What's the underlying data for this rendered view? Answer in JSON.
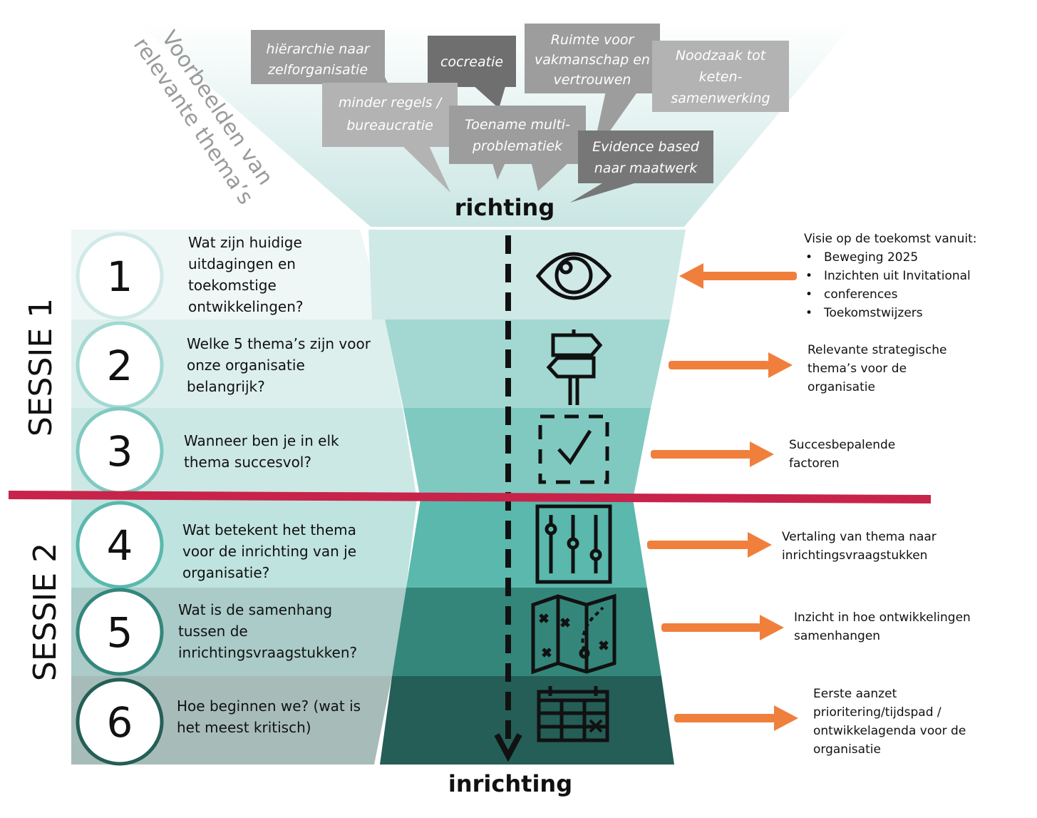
{
  "title_top": "richting",
  "title_bottom": "inrichting",
  "side_label": [
    "Voorbeelden van",
    "relevante thema’s"
  ],
  "sessions": [
    "SESSIE 1",
    "SESSIE 2"
  ],
  "themes": [
    {
      "text": [
        "hiërarchie naar",
        "zelforganisatie"
      ]
    },
    {
      "text": [
        "cocreatie"
      ]
    },
    {
      "text": [
        "Ruimte voor",
        "vakmanschap en",
        "vertrouwen"
      ]
    },
    {
      "text": [
        "Noodzaak tot",
        "keten-",
        "samenwerking"
      ]
    },
    {
      "text": [
        "minder regels /",
        "bureaucratie"
      ]
    },
    {
      "text": [
        "Toename multi-",
        "problematiek"
      ]
    },
    {
      "text": [
        "Evidence based",
        "naar maatwerk"
      ]
    }
  ],
  "steps": [
    {
      "number": "1",
      "question": [
        "Wat zijn huidige",
        "uitdagingen en",
        "toekomstige",
        "ontwikkelingen?"
      ],
      "icon": "eye-icon"
    },
    {
      "number": "2",
      "question": [
        "Welke 5 thema’s zijn voor",
        "onze organisatie",
        "belangrijk?"
      ],
      "icon": "signpost-icon"
    },
    {
      "number": "3",
      "question": [
        "Wanneer ben je in elk",
        "thema succesvol?"
      ],
      "icon": "checkbox-icon"
    },
    {
      "number": "4",
      "question": [
        "Wat betekent het thema",
        "voor de inrichting van je",
        "organisatie?"
      ],
      "icon": "sliders-icon"
    },
    {
      "number": "5",
      "question": [
        "Wat is de samenhang",
        "tussen de",
        "inrichtingsvraagstukken?"
      ],
      "icon": "map-icon"
    },
    {
      "number": "6",
      "question": [
        "Hoe beginnen we? (wat is",
        "het meest kritisch)"
      ],
      "icon": "calendar-icon"
    }
  ],
  "outputs": {
    "input_title": "Visie op de toekomst vanuit:",
    "input_items": [
      "Beweging 2025",
      "Inzichten uit Invitational",
      "conferences",
      "Toekomstwijzers"
    ],
    "items": [
      [
        "Relevante strategische",
        "thema’s voor de",
        "organisatie"
      ],
      [
        "Succesbepalende",
        "factoren"
      ],
      [
        "Vertaling van thema naar",
        "inrichtingsvraagstukken"
      ],
      [
        "Inzicht in hoe ontwikkelingen",
        "samenhangen"
      ],
      [
        "Eerste aanzet",
        "prioritering/tijdspad /",
        "ontwikkelagenda voor de",
        "organisatie"
      ]
    ]
  },
  "colors": {
    "accent_arrow": "#f07f3c",
    "session_divider": "#c8234a",
    "bubble_light": "#b3b3b3",
    "bubble_mid": "#9d9d9d",
    "bubble_dark": "#777777",
    "funnel_top": "#d6ecea",
    "row_colors": [
      "#cfe9e7",
      "#a3d8d2",
      "#80c9c1",
      "#5ab8ad",
      "#34867b",
      "#245e57"
    ],
    "left_row_colors": [
      "#eef7f6",
      "#dcefed",
      "#cce8e5",
      "#bfe3df",
      "#aacbc8",
      "#a7bcb9"
    ],
    "circle_borders": [
      "#cfe9e7",
      "#a3d8d2",
      "#80c9c1",
      "#5ab8ad",
      "#34867b",
      "#245e57"
    ]
  }
}
